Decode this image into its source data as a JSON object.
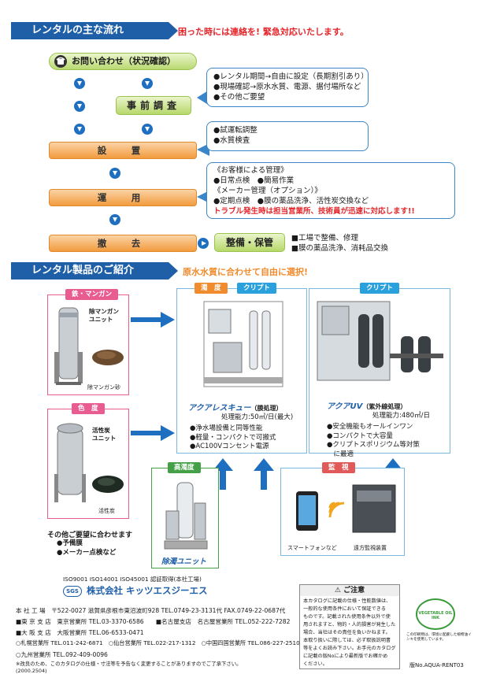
{
  "flow": {
    "header": "レンタルの主な流れ",
    "emergency": "困った時には連絡を! 緊急対応いたします。",
    "inquiry": "お問い合わせ（状況確認）",
    "survey": "事前調査",
    "install": "設　置",
    "operate": "運　用",
    "removal": "撤　去",
    "maintain": "整備・保管",
    "box1": [
      "●レンタル期間→自由に設定（長期割引あり）",
      "●現場確認→原水水質、電源、据付場所など",
      "●その他ご要望"
    ],
    "box2": [
      "●試運転調整",
      "●水質検査"
    ],
    "box3_title1": "《お客様による管理》",
    "box3_line1": "●日常点検　●簡易作業",
    "box3_title2": "《メーカー管理（オプション）》",
    "box3_line2": "●定期点検　●膜の薬品洗浄、活性炭交換など",
    "box3_red": "トラブル発生時は担当営業所、技術員が迅速に対応します!!",
    "box4": [
      "■工場で整備、修理",
      "■膜の薬品洗浄、消耗品交換"
    ]
  },
  "products": {
    "header": "レンタル製品のご紹介",
    "subtitle": "原水水質に合わせて自由に選択!",
    "iron": {
      "tag": "鉄・マンガン",
      "unit": "除マンガン\nユニット",
      "media": "除マンガン砂"
    },
    "color": {
      "tag": "色　度",
      "unit": "活性炭\nユニット",
      "media": "活性炭"
    },
    "extra": {
      "title": "その他ご要望に合わせます",
      "items": [
        "●予備膜",
        "●メーカー点検など"
      ]
    },
    "uf": {
      "tag1": "濁　度",
      "tag2": "クリプト",
      "name": "アクアレスキュー",
      "type": "（膜処理）",
      "cap": "処理能力:50㎥/日(最大)",
      "features": [
        "●浄水場設備と同等性能",
        "●軽量・コンパクトで可搬式",
        "●AC100Vコンセント電源"
      ]
    },
    "uv": {
      "tag": "クリプト",
      "name": "アクアUV",
      "type": "（紫外線処理）",
      "cap": "処理能力:480㎥/日",
      "features": [
        "●安全機能もオールインワン",
        "●コンパクトで大容量",
        "●クリプトスポリジウム等対策",
        "　に最適"
      ]
    },
    "high": {
      "tag": "高濁度",
      "name": "除濁ユニット"
    },
    "monitor": {
      "tag": "監　視",
      "phone": "スマートフォンなど",
      "remote": "遠方監視装置"
    }
  },
  "footer": {
    "iso": "ISO9001  ISO14001  ISO45001  認証取得(本社工場)",
    "sgs": "SGS",
    "company": "株式会社 キッツエスジーエス",
    "lines": [
      "本 社 工 場　〒522-0027 滋賀県彦根市東沼波町928 TEL.0749-23-3131代 FAX.0749-22-0687代",
      "■東 京 支 店　東京営業所 TEL.03-3370-6586　　■名古屋支店　名古屋営業所 TEL.052-222-7282",
      "■大 阪 支 店　大阪営業所 TEL.06-6533-0471",
      "○札幌営業所 TEL.011-242-6871　○仙台営業所 TEL.022-217-1312　○中国四国営業所 TEL.086-227-2510",
      "○九州営業所 TEL.092-409-0096"
    ],
    "note": "※改良のため、このカタログの仕様・寸法等を予告なく変更することがありますのでご了承下さい。",
    "date": "(2000.2504)",
    "caution_title": "ご注意",
    "caution_text": [
      "本カタログに記載の仕様・性能数値は、",
      "一般的な使用条件において保証できる",
      "ものです。記載された使用条件以外で使",
      "用されますと、物的・人的損害が発生した",
      "場合、当社はその責任を負いかねます。",
      "本取り扱いに際しては、必ず取扱説明書",
      "等をよくお読み下さい。お手元のカタログ",
      "に記載の版Noにより最新版でお確かめ",
      "ください。"
    ],
    "oil_ink": "VEGETABLE OIL INK",
    "oil_note": "この印刷物は、環境に配慮した植物油インキを使用しています。",
    "version": "版No.AQUA-RENT03"
  },
  "colors": {
    "blue": "#1f5fa8",
    "red": "#e4262b",
    "orange": "#f29b3e",
    "green": "#b7d86a"
  }
}
